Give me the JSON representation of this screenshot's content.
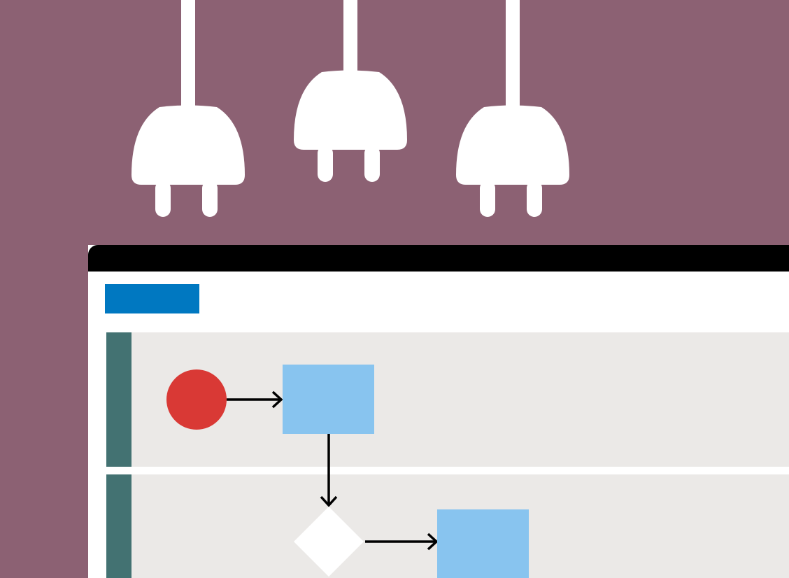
{
  "colors": {
    "background": "#8c6173",
    "plug": "#ffffff",
    "window_titlebar": "#000000",
    "window_body": "#ffffff",
    "toolbar_tab": "#0078c1",
    "lane": "#ebe9e7",
    "lane_header": "#437272",
    "start_event": "#d93935",
    "task": "#88c4ef",
    "gateway": "#ffffff",
    "connector": "#000000"
  },
  "icons": {
    "plug": "power-plug-icon"
  },
  "diagram": {
    "lanes": 2,
    "nodes": [
      "start-event",
      "task-1",
      "gateway",
      "task-2"
    ],
    "edges": [
      [
        "start-event",
        "task-1"
      ],
      [
        "task-1",
        "gateway"
      ],
      [
        "gateway",
        "task-2"
      ]
    ]
  }
}
